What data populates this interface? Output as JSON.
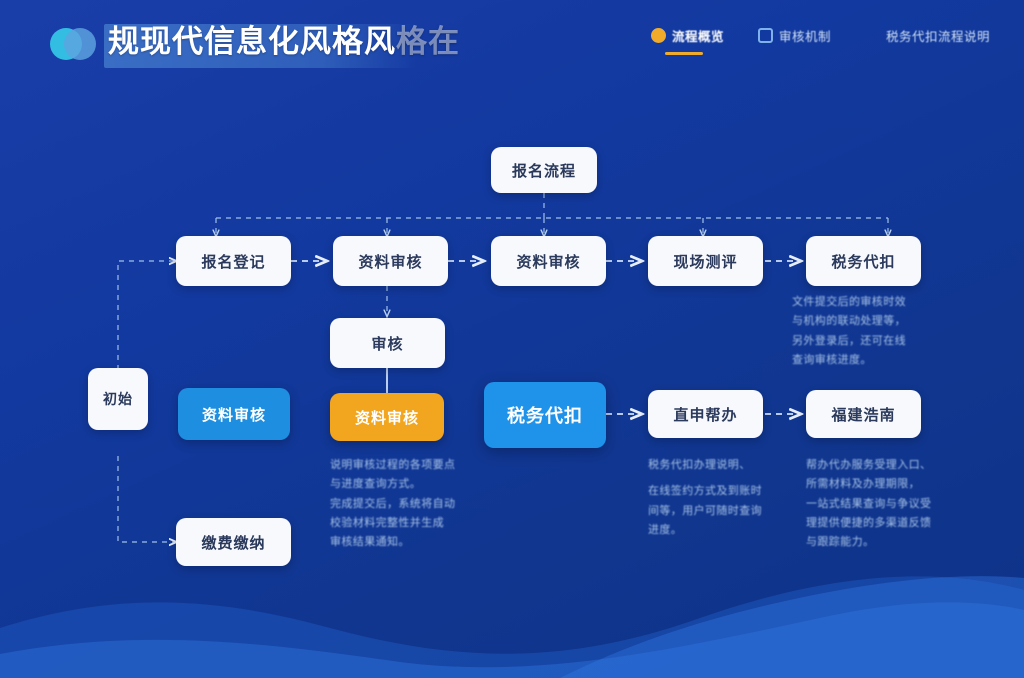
{
  "header": {
    "logo_icon": "overlapping-circles-logo",
    "title": "规现代信息化风格风",
    "title_faded": "格在",
    "nav": [
      {
        "label": "流程概览",
        "icon": "pill-icon",
        "active": true
      },
      {
        "label": "审核机制",
        "icon": "outline-square-icon",
        "active": false
      },
      {
        "label": "税务代扣流程说明",
        "icon": "ghost-icon",
        "active": false
      }
    ]
  },
  "flow": {
    "root": {
      "label": "报名流程"
    },
    "entry": {
      "label": "初始"
    },
    "row1": [
      {
        "label": "报名登记",
        "style": "white"
      },
      {
        "label": "资料审核",
        "style": "white"
      },
      {
        "label": "资料审核",
        "style": "white"
      },
      {
        "label": "现场测评",
        "style": "white"
      },
      {
        "label": "税务代扣",
        "style": "white"
      }
    ],
    "mid": {
      "label": "审核",
      "style": "white"
    },
    "row2": [
      {
        "label": "资料审核",
        "style": "blue"
      },
      {
        "label": "资料审核",
        "style": "orange"
      },
      {
        "label": "税务代扣",
        "style": "cyan"
      },
      {
        "label": "直申帮办",
        "style": "white"
      },
      {
        "label": "福建浩南",
        "style": "white"
      }
    ],
    "bottom_left": {
      "label": "缴费缴纳",
      "style": "white"
    }
  },
  "notes": {
    "right_top": [
      "文件提交后的审核时效",
      "与机构的联动处理等，",
      "另外登录后，还可在线",
      "查询审核进度。"
    ],
    "under_orange": [
      "说明审核过程的各项要点",
      "与进度查询方式。",
      "完成提交后，系统将自动",
      "校验材料完整性并生成",
      "审核结果通知。"
    ],
    "center": [
      "税务代扣办理说明、",
      "",
      "在线签约方式及到账时",
      "间等，用户可随时查询",
      "进度。"
    ],
    "right_bottom": [
      "帮办代办服务受理入口、",
      "所需材料及办理期限，",
      "一站式结果查询与争议受",
      "理提供便捷的多渠道反馈",
      "与跟踪能力。"
    ]
  },
  "colors": {
    "background_from": "#1a3ea8",
    "background_to": "#0e3288",
    "accent_orange": "#f2a51e",
    "accent_blue": "#1e8fe0",
    "accent_cyan": "#1f93ea",
    "node_white": "#f7f9fc",
    "edge": "#9fc0ea"
  }
}
